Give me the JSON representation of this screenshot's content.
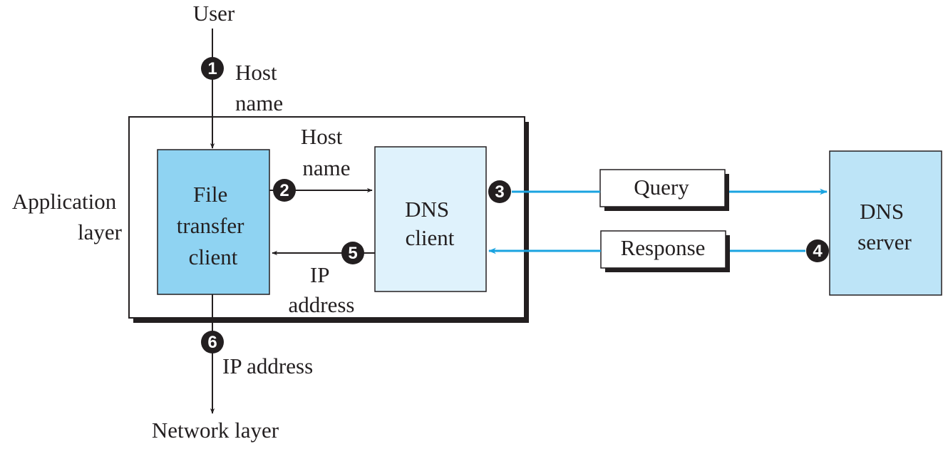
{
  "labels": {
    "user": "User",
    "host_name_1_line1": "Host",
    "host_name_1_line2": "name",
    "host_name_2_line1": "Host",
    "host_name_2_line2": "name",
    "app_layer_line1": "Application",
    "app_layer_line2": "layer",
    "ip_address_5_line1": "IP",
    "ip_address_5_line2": "address",
    "ip_address_6": "IP address",
    "network_layer": "Network layer"
  },
  "boxes": {
    "file_transfer_client": [
      "File",
      "transfer",
      "client"
    ],
    "dns_client": [
      "DNS",
      "client"
    ],
    "dns_server": [
      "DNS",
      "server"
    ],
    "query": "Query",
    "response": "Response"
  },
  "steps": [
    "1",
    "2",
    "3",
    "4",
    "5",
    "6"
  ],
  "colors": {
    "ftc_fill": "#8fd3f2",
    "dns_client_fill": "#dff2fc",
    "dns_server_fill": "#bde4f7",
    "network_arrow": "#1aa3e0",
    "line": "#231f20"
  }
}
